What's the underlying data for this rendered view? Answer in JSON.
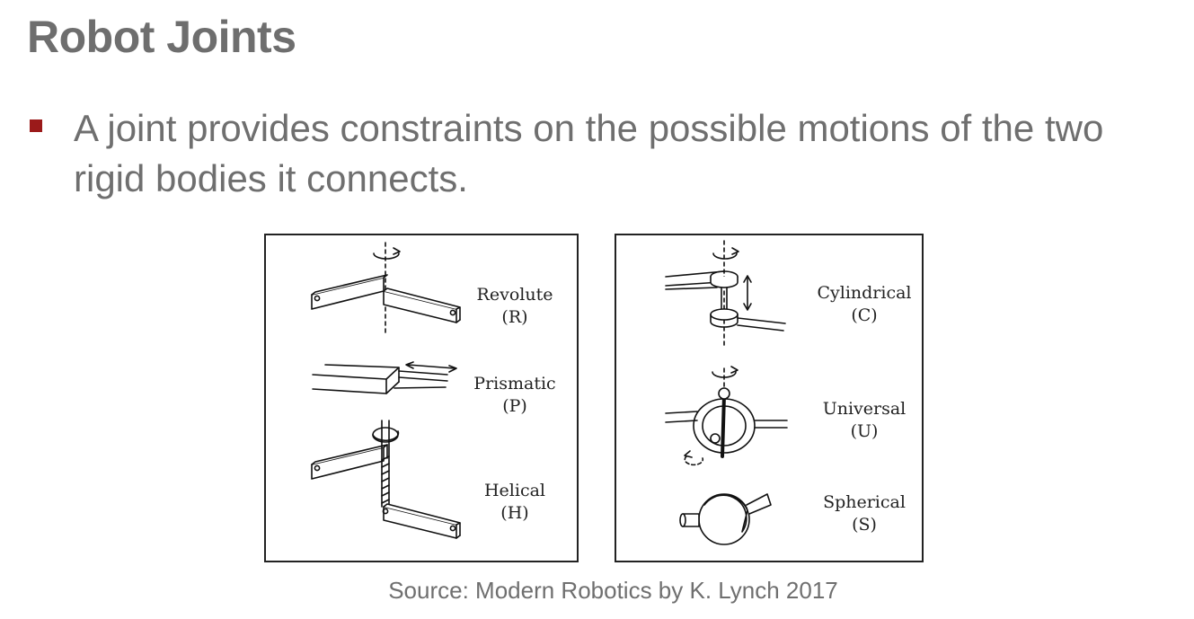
{
  "slide": {
    "title": "Robot Joints",
    "bullet": "A joint provides constraints on the possible motions of the two rigid bodies it connects.",
    "accent_color": "#9b1a1a",
    "source": "Source: Modern Robotics by K. Lynch 2017"
  },
  "joints": {
    "left": [
      {
        "name": "Revolute",
        "abbr": "(R)",
        "icon": "revolute-joint-drawing"
      },
      {
        "name": "Prismatic",
        "abbr": "(P)",
        "icon": "prismatic-joint-drawing"
      },
      {
        "name": "Helical",
        "abbr": "(H)",
        "icon": "helical-joint-drawing"
      }
    ],
    "right": [
      {
        "name": "Cylindrical",
        "abbr": "(C)",
        "icon": "cylindrical-joint-drawing"
      },
      {
        "name": "Universal",
        "abbr": "(U)",
        "icon": "universal-joint-drawing"
      },
      {
        "name": "Spherical",
        "abbr": "(S)",
        "icon": "spherical-joint-drawing"
      }
    ]
  }
}
